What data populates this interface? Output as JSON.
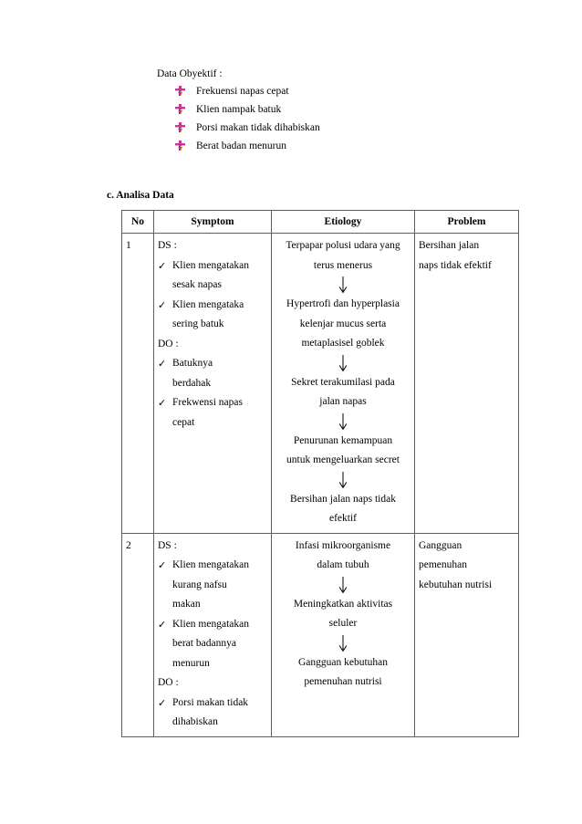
{
  "document": {
    "data_obyektif": {
      "heading": "Data Obyektif :",
      "bullet_icon": "wingdings-down-arrow-icon",
      "items": [
        "Frekuensi napas cepat",
        "Klien nampak batuk",
        "Porsi makan tidak dihabiskan",
        "Berat badan menurun"
      ]
    },
    "analisa_data": {
      "heading": "c. Analisa Data",
      "table": {
        "columns": [
          "No",
          "Symptom",
          "Etiology",
          "Problem"
        ],
        "rows": [
          {
            "no": "1",
            "symptom": {
              "ds_label": "DS :",
              "ds_items": [
                [
                  "Klien mengatakan",
                  "sesak napas"
                ],
                [
                  "Klien mengataka",
                  "sering batuk"
                ]
              ],
              "do_label": "DO :",
              "do_items": [
                [
                  "Batuknya",
                  "berdahak"
                ],
                [
                  "Frekwensi napas",
                  "cepat"
                ]
              ]
            },
            "etiology": [
              {
                "type": "text",
                "lines": [
                  "Terpapar polusi udara yang",
                  "terus menerus"
                ]
              },
              {
                "type": "arrow",
                "icon": "down-arrow-icon"
              },
              {
                "type": "text",
                "lines": [
                  "Hypertrofi dan hyperplasia",
                  "kelenjar mucus serta",
                  "metaplasisel goblek"
                ]
              },
              {
                "type": "arrow",
                "icon": "down-arrow-icon"
              },
              {
                "type": "text",
                "lines": [
                  "Sekret terakumilasi pada",
                  "jalan napas"
                ]
              },
              {
                "type": "arrow",
                "icon": "down-arrow-icon"
              },
              {
                "type": "text",
                "lines": [
                  "Penurunan kemampuan",
                  "untuk mengeluarkan secret"
                ]
              },
              {
                "type": "arrow",
                "icon": "down-arrow-icon"
              },
              {
                "type": "text",
                "lines": [
                  "Bersihan jalan naps tidak",
                  "efektif"
                ]
              }
            ],
            "problem": [
              "Bersihan jalan",
              "naps tidak efektif"
            ]
          },
          {
            "no": "2",
            "symptom": {
              "ds_label": "DS :",
              "ds_items": [
                [
                  "Klien mengatakan",
                  "kurang nafsu",
                  "makan"
                ],
                [
                  "Klien mengatakan",
                  "berat badannya",
                  "menurun"
                ]
              ],
              "do_label": "DO :",
              "do_items": [
                [
                  "Porsi makan tidak",
                  "dihabiskan"
                ]
              ]
            },
            "etiology": [
              {
                "type": "text",
                "lines": [
                  "Infasi mikroorganisme",
                  "dalam tubuh"
                ]
              },
              {
                "type": "arrow",
                "icon": "down-arrow-icon"
              },
              {
                "type": "text",
                "lines": [
                  "Meningkatkan aktivitas",
                  "seluler"
                ]
              },
              {
                "type": "arrow",
                "icon": "down-arrow-icon"
              },
              {
                "type": "text",
                "lines": [
                  "Gangguan kebutuhan",
                  "pemenuhan nutrisi"
                ]
              }
            ],
            "problem": [
              "Gangguan",
              "pemenuhan",
              "kebutuhan nutrisi"
            ]
          }
        ]
      }
    }
  },
  "symbols": {
    "check": "✓"
  },
  "colors": {
    "text": "#000000",
    "border": "#5f5f5f",
    "page": "#ffffff",
    "bullet_magenta": "#cc3399",
    "bullet_yellow": "#ffcc33",
    "bullet_blue": "#333399"
  }
}
